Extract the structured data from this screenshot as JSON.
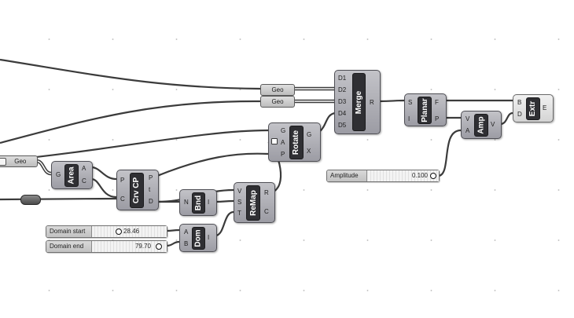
{
  "canvas": {
    "background": "#ffffff",
    "grid_dot_color": "#c8c8c8"
  },
  "params": {
    "geo_1": "Geo",
    "geo_2": "Geo",
    "geo_left": "Geo"
  },
  "components": {
    "merge": {
      "label": "Merge",
      "inputs": [
        "D1",
        "D2",
        "D3",
        "D4",
        "D5"
      ],
      "outputs": [
        "R"
      ]
    },
    "planar": {
      "label": "Planar",
      "inputs": [
        "S",
        "I"
      ],
      "outputs": [
        "F",
        "P"
      ]
    },
    "extr": {
      "label": "Extr",
      "inputs": [
        "B",
        "D"
      ],
      "outputs": [
        "E"
      ]
    },
    "amp": {
      "label": "Amp",
      "inputs": [
        "V",
        "A"
      ],
      "outputs": [
        "V"
      ]
    },
    "rotate": {
      "label": "Rotate",
      "inputs": [
        "G",
        "A",
        "P"
      ],
      "outputs": [
        "G",
        "X"
      ]
    },
    "area": {
      "label": "Area",
      "inputs": [
        "G"
      ],
      "outputs": [
        "A",
        "C"
      ]
    },
    "crvcp": {
      "label": "Crv CP",
      "inputs": [
        "P",
        "C"
      ],
      "outputs": [
        "P",
        "t",
        "D"
      ]
    },
    "bnd": {
      "label": "Bnd",
      "inputs": [
        "N"
      ],
      "outputs": [
        "I"
      ]
    },
    "remap": {
      "label": "ReMap",
      "inputs": [
        "V",
        "S",
        "T"
      ],
      "outputs": [
        "R",
        "C"
      ]
    },
    "dom": {
      "label": "Dom",
      "inputs": [
        "A",
        "B"
      ],
      "outputs": [
        "I"
      ]
    }
  },
  "sliders": {
    "amplitude": {
      "label": "Amplitude",
      "value": "0.100"
    },
    "domain_start": {
      "label": "Domain start",
      "value": "28.46"
    },
    "domain_end": {
      "label": "Domain end",
      "value": "79.70"
    }
  }
}
